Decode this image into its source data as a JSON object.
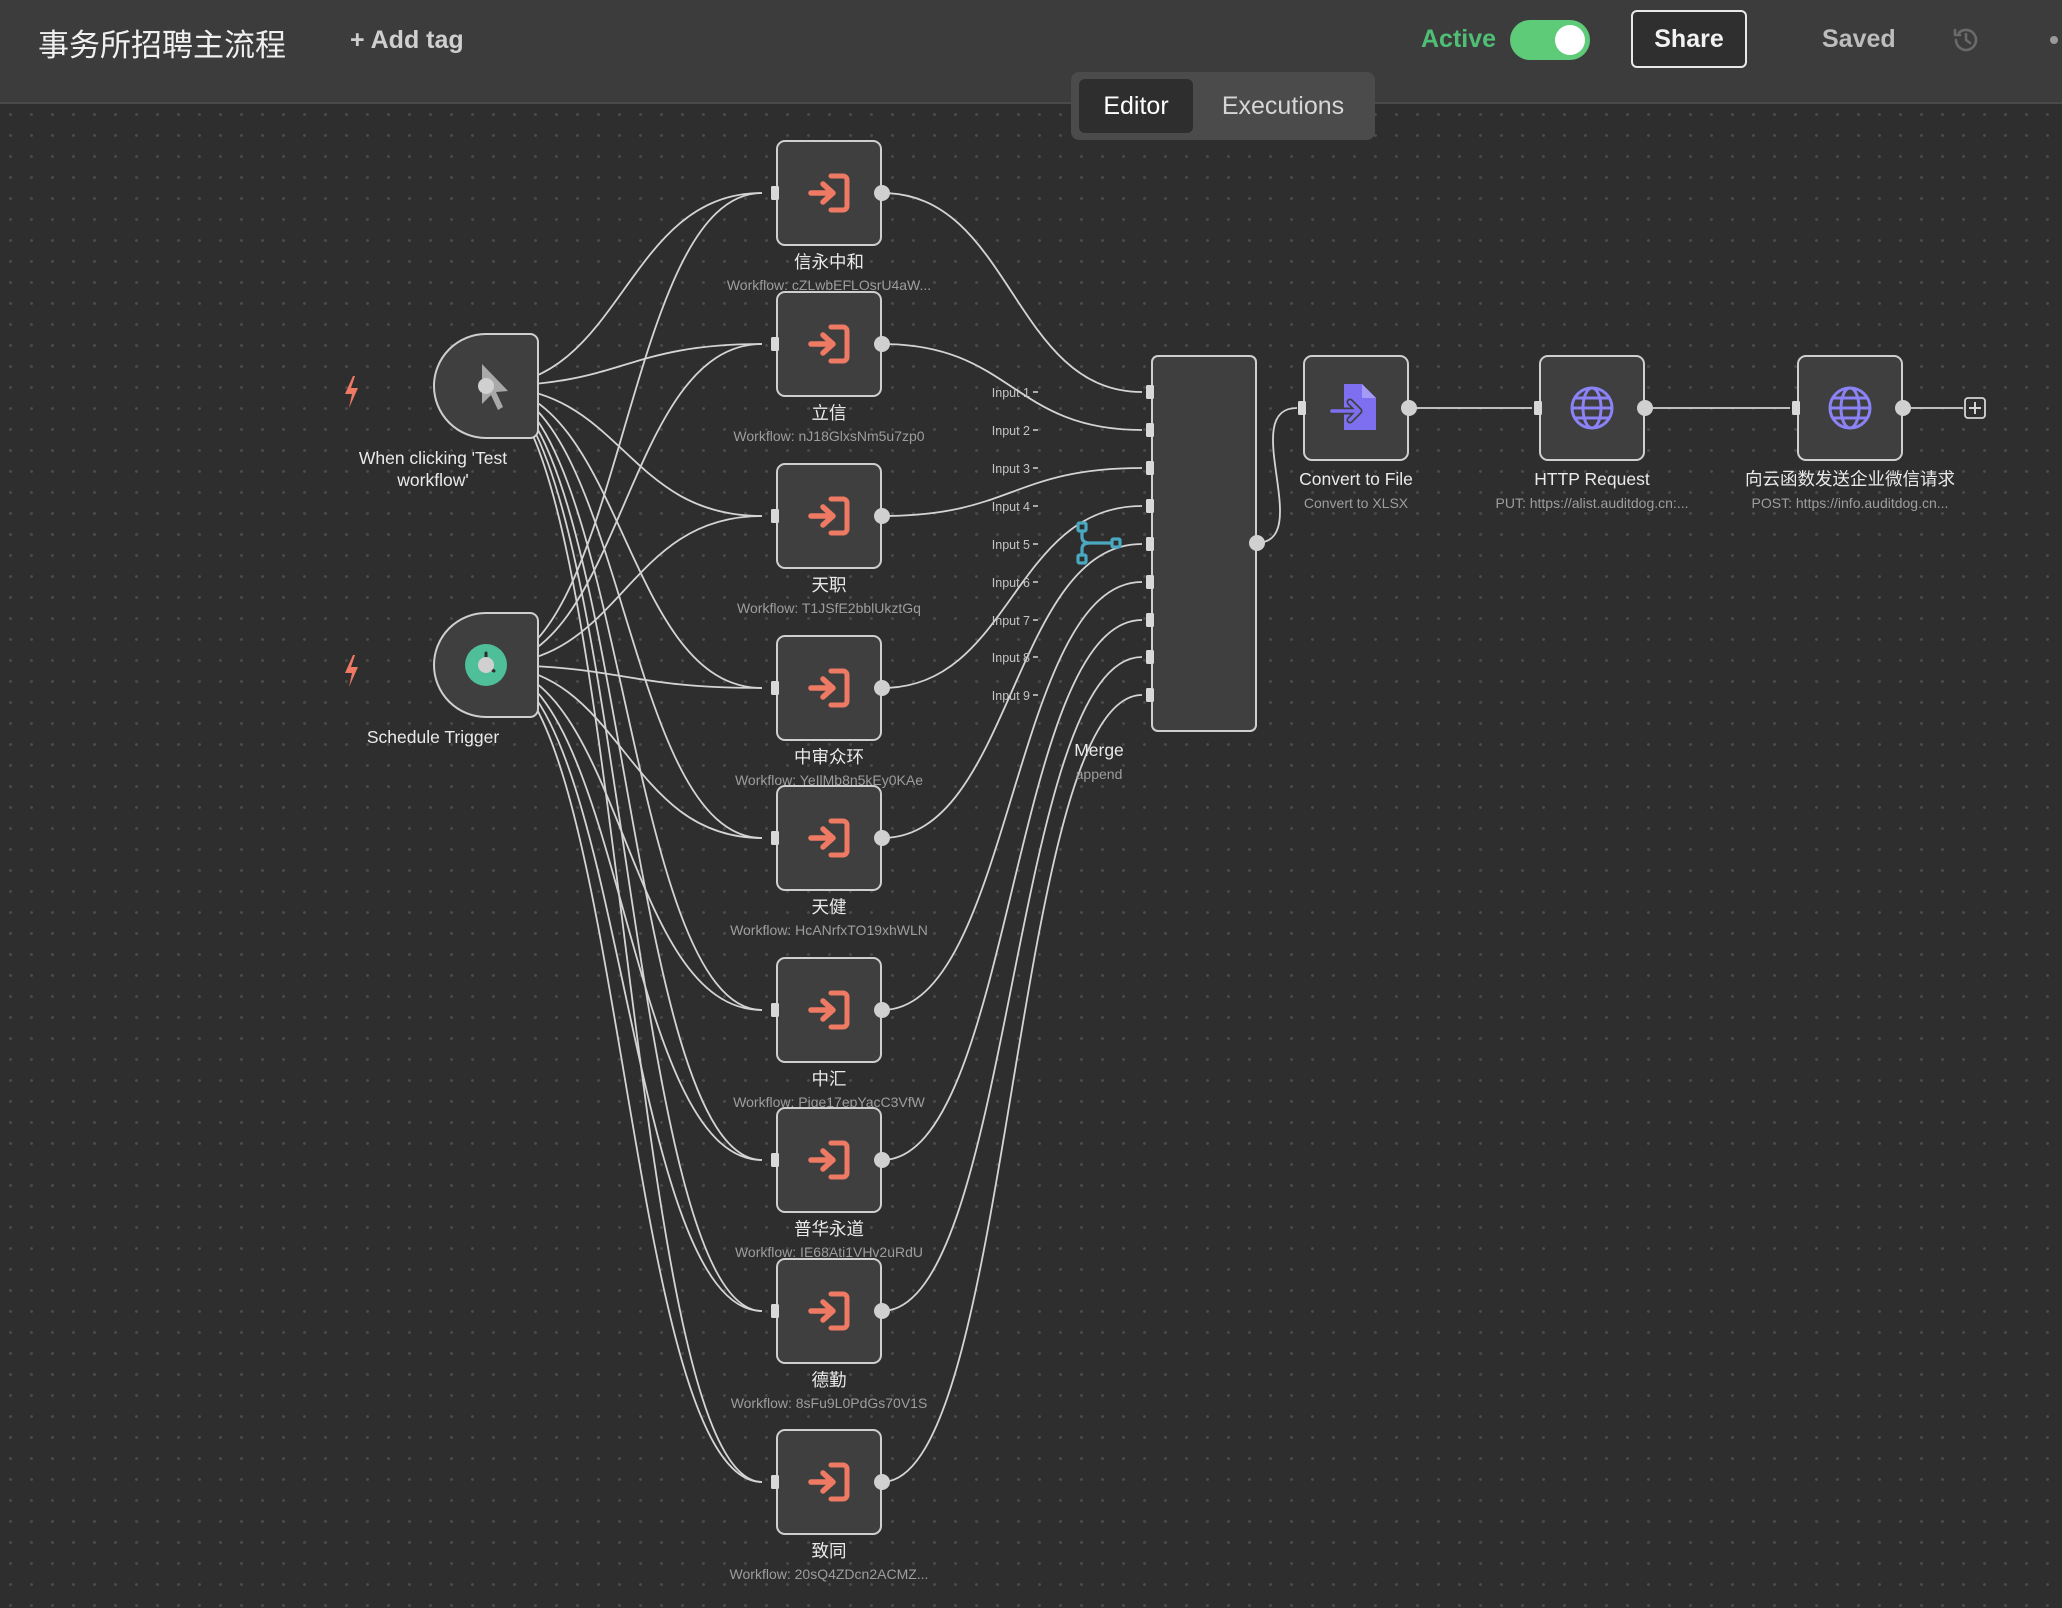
{
  "header": {
    "title": "事务所招聘主流程",
    "add_tag": "+ Add tag",
    "active_label": "Active",
    "share": "Share",
    "saved": "Saved"
  },
  "tabs": {
    "editor": "Editor",
    "executions": "Executions"
  },
  "triggers": {
    "manual": {
      "label_line1": "When clicking 'Test",
      "label_line2": "workflow'",
      "icon": "cursor-icon"
    },
    "schedule": {
      "label": "Schedule Trigger",
      "icon": "clock-icon"
    }
  },
  "subworkflows": [
    {
      "name": "信永中和",
      "sub": "Workflow: cZLwbEFLOsrU4aW..."
    },
    {
      "name": "立信",
      "sub": "Workflow: nJ18GlxsNm5u7zp0"
    },
    {
      "name": "天职",
      "sub": "Workflow: T1JSfE2bblUkztGq"
    },
    {
      "name": "中审众环",
      "sub": "Workflow: YeIlMb8n5kEy0KAe"
    },
    {
      "name": "天健",
      "sub": "Workflow: HcANrfxTO19xhWLN"
    },
    {
      "name": "中汇",
      "sub": "Workflow: Pige17epYacC3VfW"
    },
    {
      "name": "普华永道",
      "sub": "Workflow: IE68Ati1VHv2uRdU"
    },
    {
      "name": "德勤",
      "sub": "Workflow: 8sFu9L0PdGs70V1S"
    },
    {
      "name": "致同",
      "sub": "Workflow: 20sQ4ZDcn2ACMZ..."
    }
  ],
  "merge": {
    "name": "Merge",
    "sub": "append",
    "inputs": [
      "Input 1",
      "Input 2",
      "Input 3",
      "Input 4",
      "Input 5",
      "Input 6",
      "Input 7",
      "Input 8",
      "Input 9"
    ]
  },
  "convert": {
    "name": "Convert to File",
    "sub": "Convert to XLSX"
  },
  "http": {
    "name": "HTTP Request",
    "sub": "PUT: https://alist.auditdog.cn:..."
  },
  "notify": {
    "name": "向云函数发送企业微信请求",
    "sub": "POST: https://info.auditdog.cn..."
  },
  "colors": {
    "subworkflow_icon": "#ef7a64",
    "trigger_bolt": "#ef7a64",
    "schedule_icon": "#4fbf9a",
    "merge_icon": "#4aa8c0",
    "convert_icon": "#7d6ff0",
    "http_icon": "#8b82f5",
    "active": "#4fbf75"
  }
}
